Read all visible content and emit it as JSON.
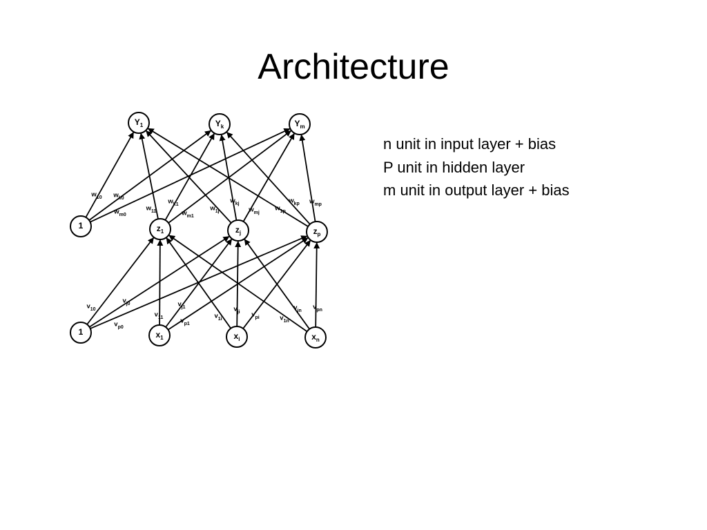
{
  "slide": {
    "title": "Architecture",
    "notes": [
      "n unit in input layer + bias",
      "P unit in hidden layer",
      "m unit in output layer + bias"
    ]
  },
  "network": {
    "output_nodes": [
      {
        "base": "Y",
        "sub": "1"
      },
      {
        "base": "Y",
        "sub": "k"
      },
      {
        "base": "Y",
        "sub": "m"
      }
    ],
    "hidden_bias": {
      "base": "1",
      "sub": ""
    },
    "hidden_nodes": [
      {
        "base": "z",
        "sub": "1"
      },
      {
        "base": "z",
        "sub": "j"
      },
      {
        "base": "z",
        "sub": "p"
      }
    ],
    "input_bias": {
      "base": "1",
      "sub": ""
    },
    "input_nodes": [
      {
        "base": "x",
        "sub": "1"
      },
      {
        "base": "x",
        "sub": "i"
      },
      {
        "base": "x",
        "sub": "n"
      }
    ],
    "output_weights": [
      {
        "base": "w",
        "sub": "10"
      },
      {
        "base": "w",
        "sub": "k0"
      },
      {
        "base": "w",
        "sub": "m0"
      },
      {
        "base": "w",
        "sub": "11"
      },
      {
        "base": "w",
        "sub": "k1"
      },
      {
        "base": "w",
        "sub": "m1"
      },
      {
        "base": "w",
        "sub": "1j"
      },
      {
        "base": "w",
        "sub": "kj"
      },
      {
        "base": "w",
        "sub": "mj"
      },
      {
        "base": "w",
        "sub": "1p"
      },
      {
        "base": "w",
        "sub": "kp"
      },
      {
        "base": "w",
        "sub": "mp"
      }
    ],
    "hidden_weights": [
      {
        "base": "v",
        "sub": "10"
      },
      {
        "base": "v",
        "sub": "j0"
      },
      {
        "base": "v",
        "sub": "p0"
      },
      {
        "base": "v",
        "sub": "11"
      },
      {
        "base": "v",
        "sub": "j1"
      },
      {
        "base": "v",
        "sub": "p1"
      },
      {
        "base": "v",
        "sub": "1i"
      },
      {
        "base": "v",
        "sub": "ji"
      },
      {
        "base": "v",
        "sub": "pi"
      },
      {
        "base": "v",
        "sub": "1n"
      },
      {
        "base": "v",
        "sub": "jn"
      },
      {
        "base": "v",
        "sub": "pn"
      }
    ]
  }
}
